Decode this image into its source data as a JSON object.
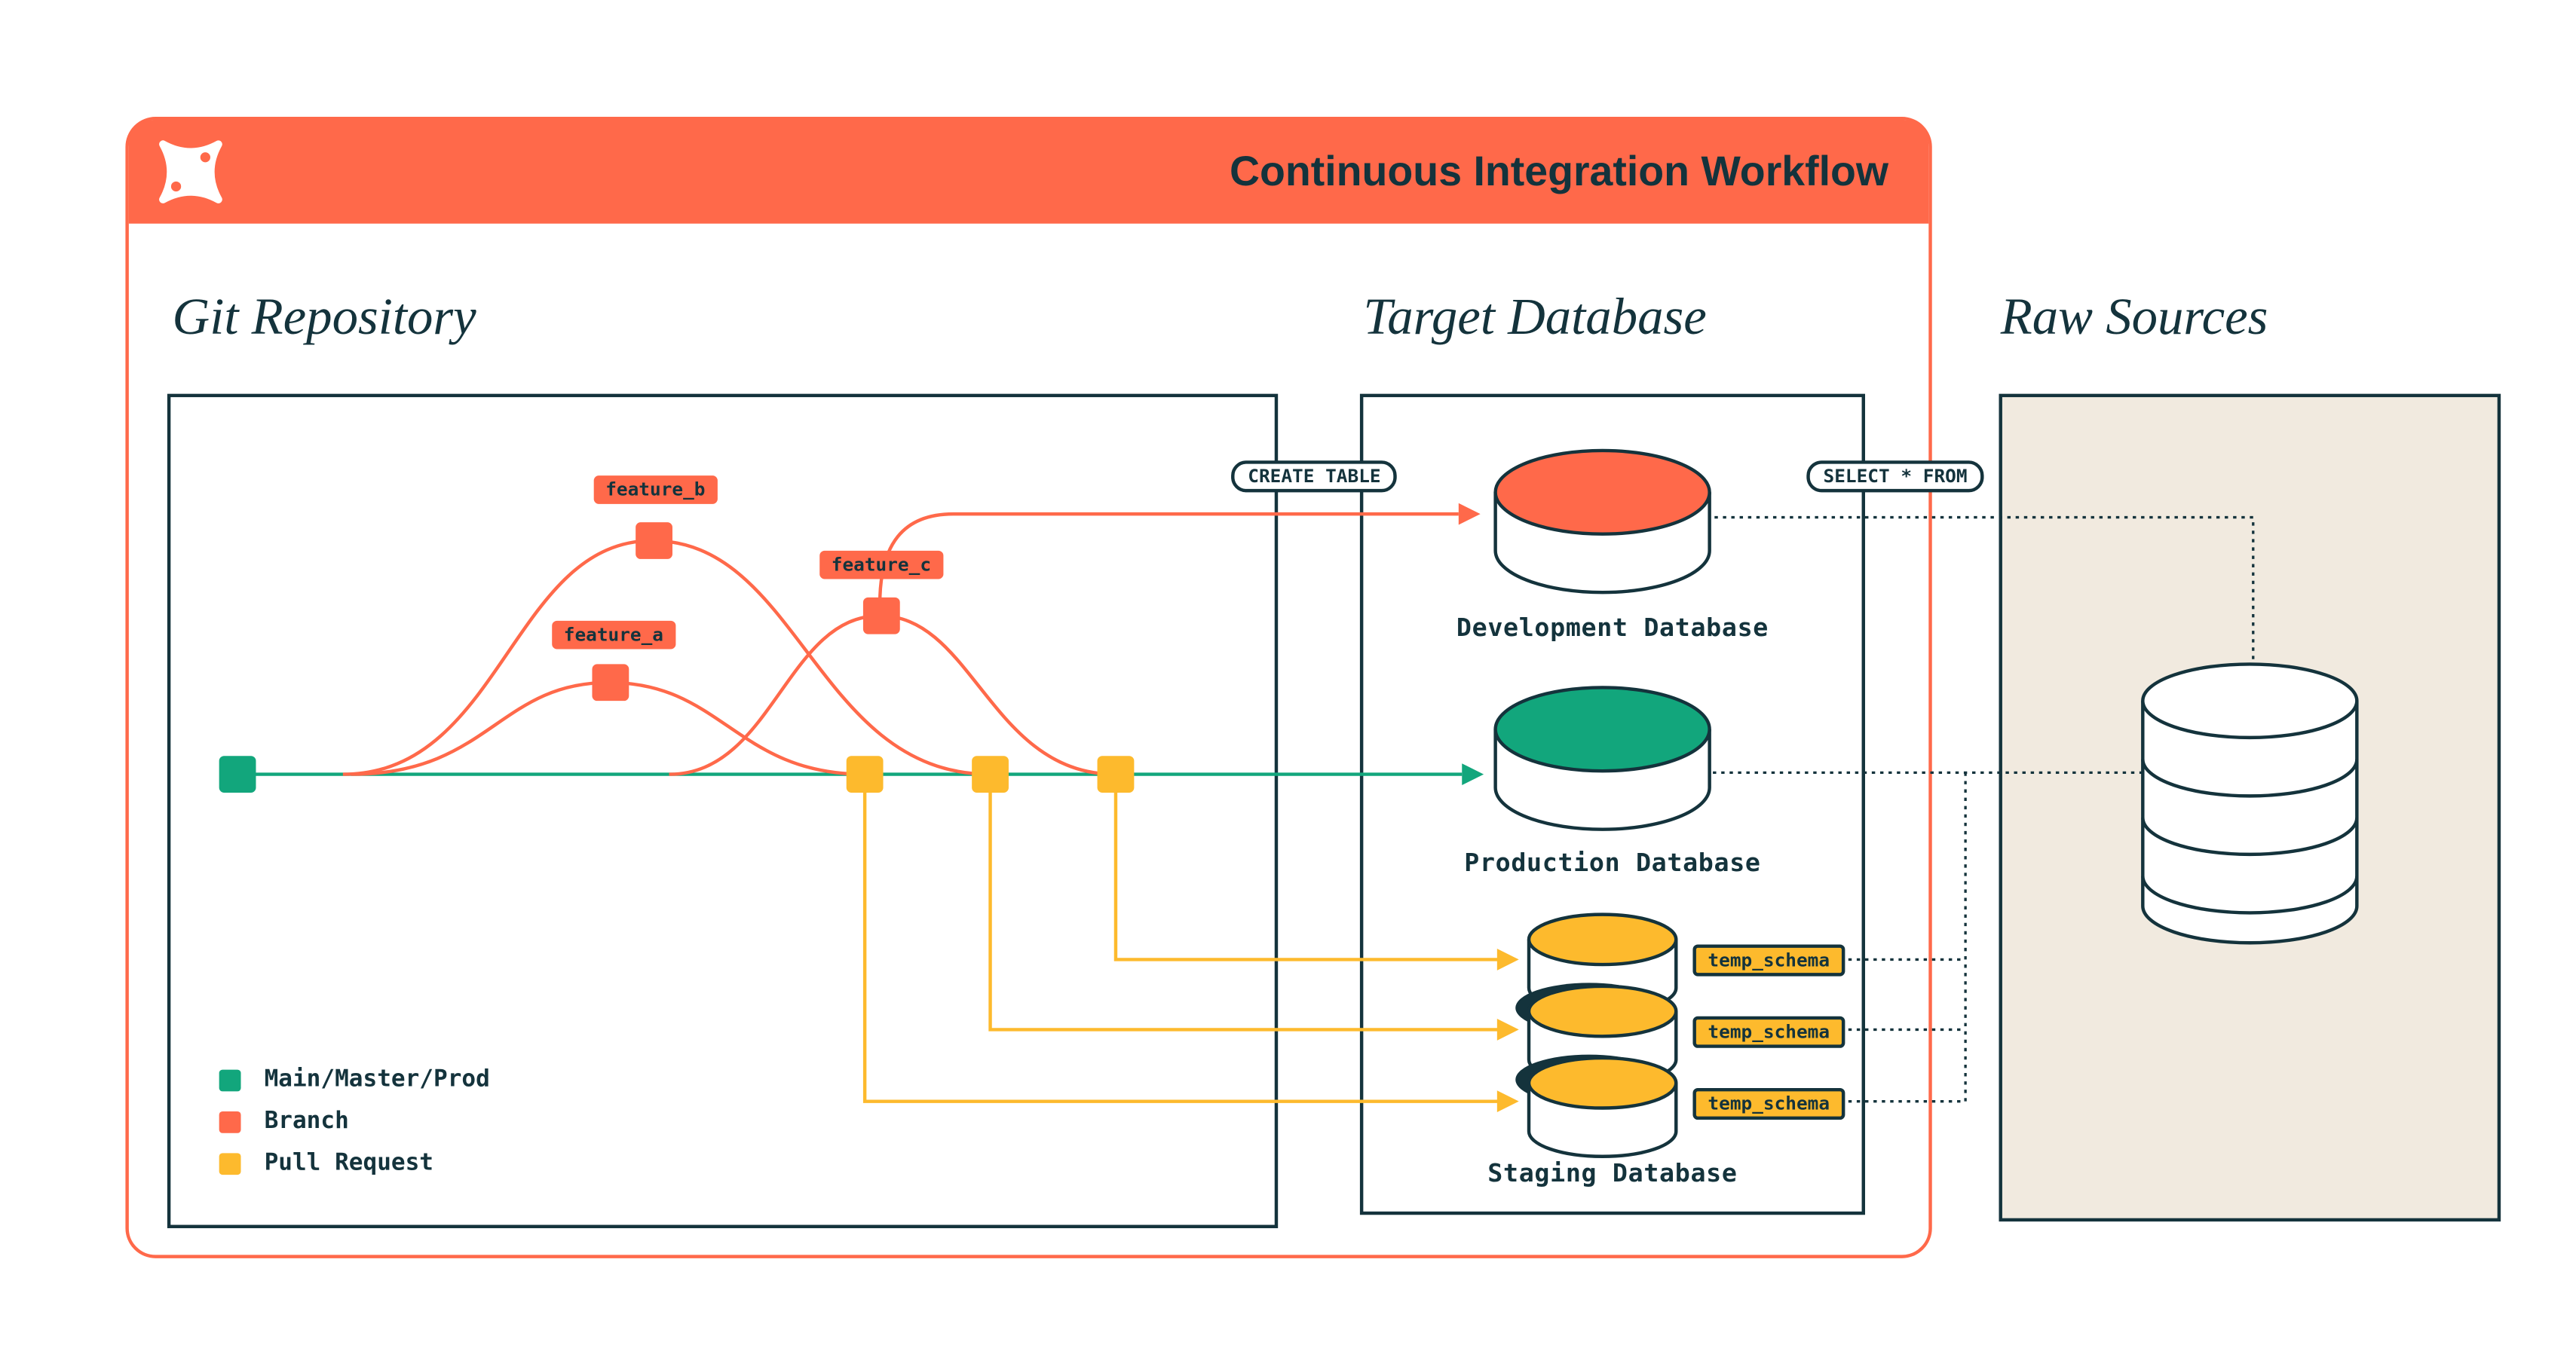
{
  "colors": {
    "orange": "#FF694A",
    "green": "#12A67C",
    "yellow": "#FDBA2D",
    "dark": "#14333C",
    "beige": "#F1EADF",
    "white": "#FFFFFF"
  },
  "header": {
    "title": "Continuous Integration Workflow",
    "logo_icon": "dbt-star-logo"
  },
  "sections": {
    "git": {
      "heading": "Git Repository",
      "branches": [
        "feature_a",
        "feature_b",
        "feature_c"
      ],
      "legend": [
        {
          "label": "Main/Master/Prod",
          "color": "#12A67C"
        },
        {
          "label": "Branch",
          "color": "#FF694A"
        },
        {
          "label": "Pull Request",
          "color": "#FDBA2D"
        }
      ]
    },
    "target": {
      "heading": "Target Database",
      "databases": [
        "Development Database",
        "Production Database",
        "Staging Database"
      ],
      "create_table_label": "CREATE TABLE",
      "select_from_label": "SELECT * FROM",
      "temp_schemas": [
        "temp_schema",
        "temp_schema",
        "temp_schema"
      ]
    },
    "raw": {
      "heading": "Raw Sources"
    }
  }
}
